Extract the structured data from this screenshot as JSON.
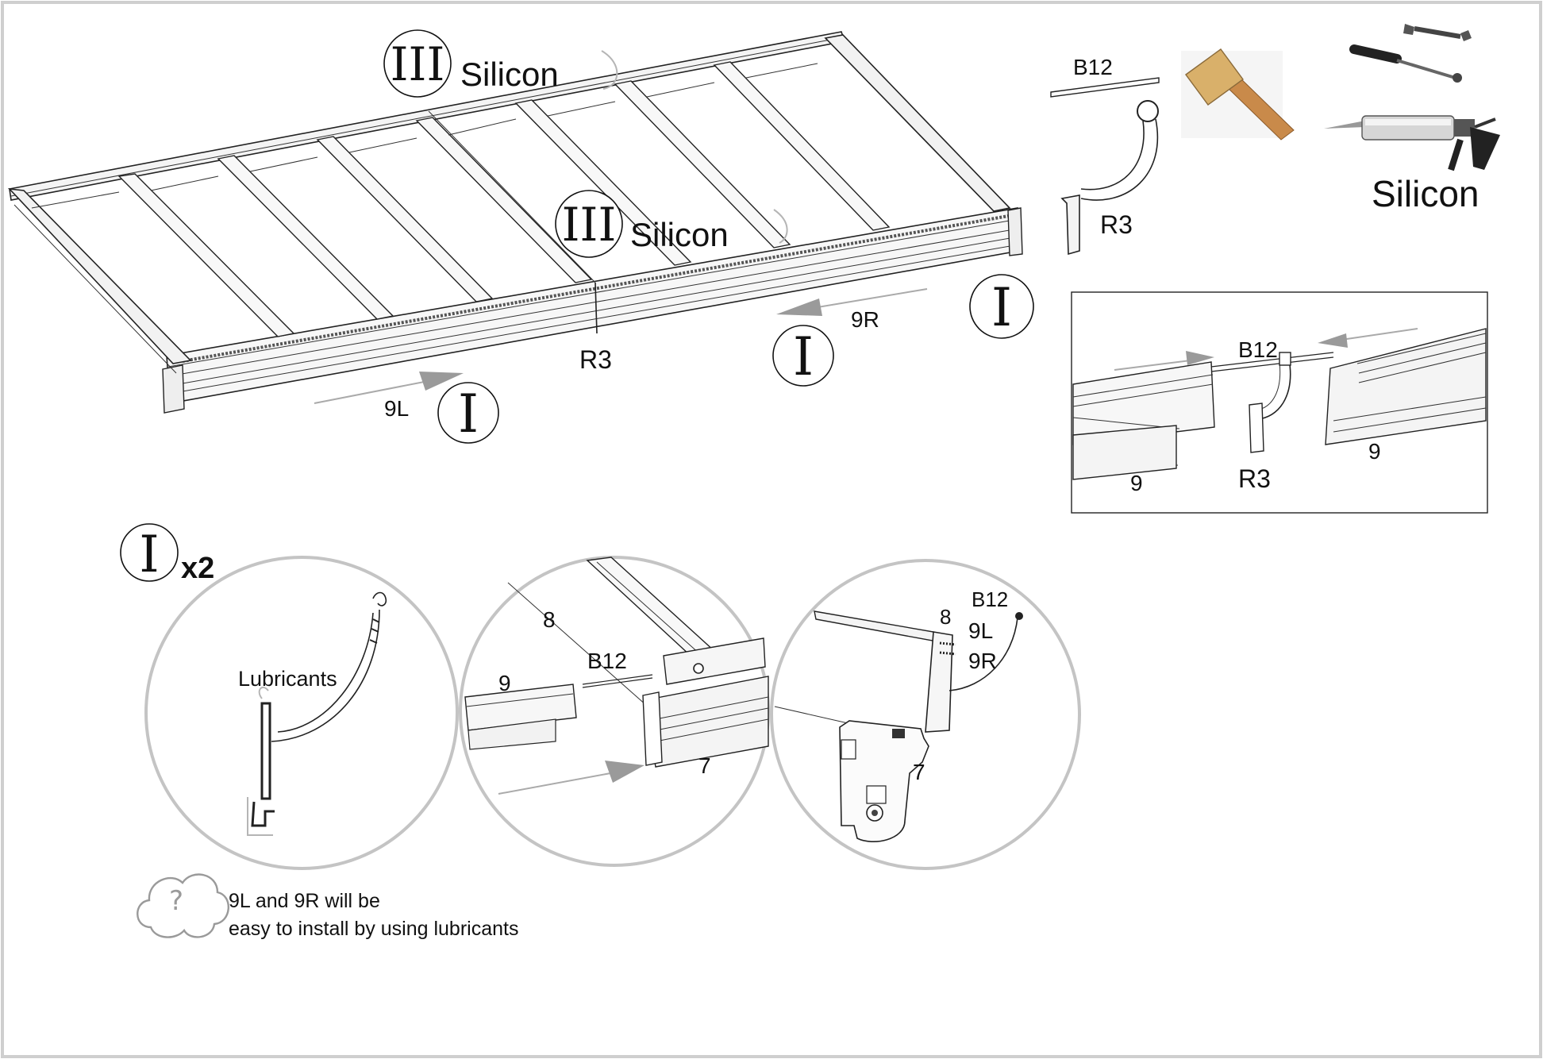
{
  "labels": {
    "silicon": "Silicon",
    "part_b12": "B12",
    "part_r3": "R3",
    "part_9l": "9L",
    "part_9r": "9R",
    "part_9": "9",
    "part_8": "8",
    "part_7": "7",
    "lubricants": "Lubricants",
    "multiplier": "x2"
  },
  "step_marks": {
    "one": "I",
    "three": "III"
  },
  "note": {
    "line1": "9L and 9R  will be",
    "line2": "easy to install by using lubricants",
    "icon_glyph": "?"
  },
  "colors": {
    "frame_border": "#cfcfcf",
    "circle_border": "#c4c4c4",
    "arrow": "#9a9a9a",
    "ink": "#111111",
    "hammer_head": "#d9b06a",
    "hammer_handle": "#c98a4a"
  }
}
